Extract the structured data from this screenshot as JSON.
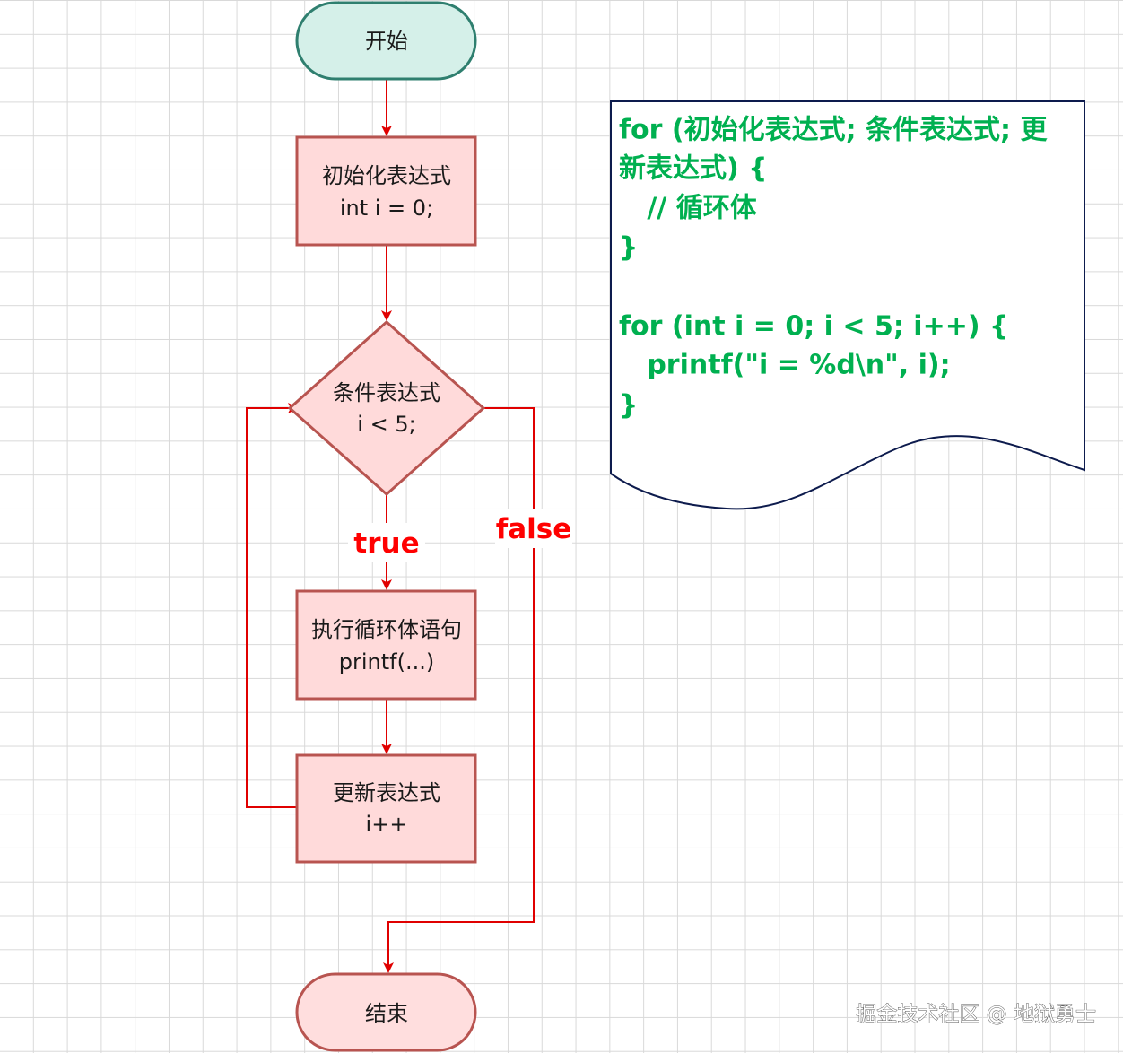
{
  "colors": {
    "terminal_start_fill": "#d5f0e9",
    "terminal_start_stroke": "#2f7f6f",
    "terminal_end_fill": "#ffdede",
    "process_fill": "#ffdada",
    "process_stroke": "#b85450",
    "arrow": "#e00000",
    "branch_label": "#ff0000",
    "code_text": "#00b050",
    "code_border": "#0d1b4d"
  },
  "flowchart": {
    "start": {
      "label": "开始"
    },
    "init": {
      "line1": "初始化表达式",
      "line2": "int i = 0;"
    },
    "condition": {
      "line1": "条件表达式",
      "line2": "i < 5;"
    },
    "body": {
      "line1": "执行循环体语句",
      "line2": "printf(...)"
    },
    "update": {
      "line1": "更新表达式",
      "line2": "i++"
    },
    "end": {
      "label": "结束"
    },
    "true_label": "true",
    "false_label": "false"
  },
  "code_note": {
    "lines": [
      "for (初始化表达式; 条件表达式; 更",
      "新表达式) {",
      "   // 循环体",
      "}",
      "",
      "for (int i = 0; i < 5; i++) {",
      "   printf(\"i = %d\\n\", i);",
      "}"
    ]
  },
  "watermark": "掘金技术社区 @ 地狱勇士"
}
